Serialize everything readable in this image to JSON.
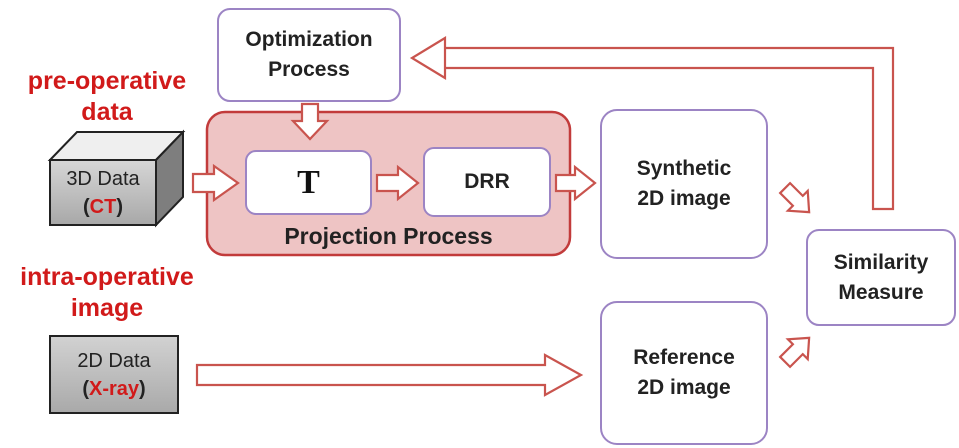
{
  "labels": {
    "pre_operative_line1": "pre-operative",
    "pre_operative_line2": "data",
    "intra_operative_line1": "intra-operative",
    "intra_operative_line2": "image"
  },
  "optimization": {
    "line1": "Optimization",
    "line2": "Process"
  },
  "data_3d": {
    "label": "3D Data",
    "paren_open": "(",
    "modality": "CT",
    "paren_close": ")"
  },
  "data_2d": {
    "label": "2D Data",
    "paren_open": "(",
    "modality": "X-ray",
    "paren_close": ")"
  },
  "projection": {
    "t_label": "T",
    "drr_label": "DRR",
    "title": "Projection Process"
  },
  "synthetic": {
    "line1": "Synthetic",
    "line2": "2D image"
  },
  "reference": {
    "line1": "Reference",
    "line2": "2D image"
  },
  "similarity": {
    "line1": "Similarity",
    "line2": "Measure"
  },
  "colors": {
    "accent_red": "#d11a1a",
    "box_border": "#9c84c4",
    "projection_fill": "#eec4c4",
    "projection_border": "#c23b3b",
    "arrow_stroke": "#c9544e",
    "data_box_fill": "#bdbdbd"
  }
}
